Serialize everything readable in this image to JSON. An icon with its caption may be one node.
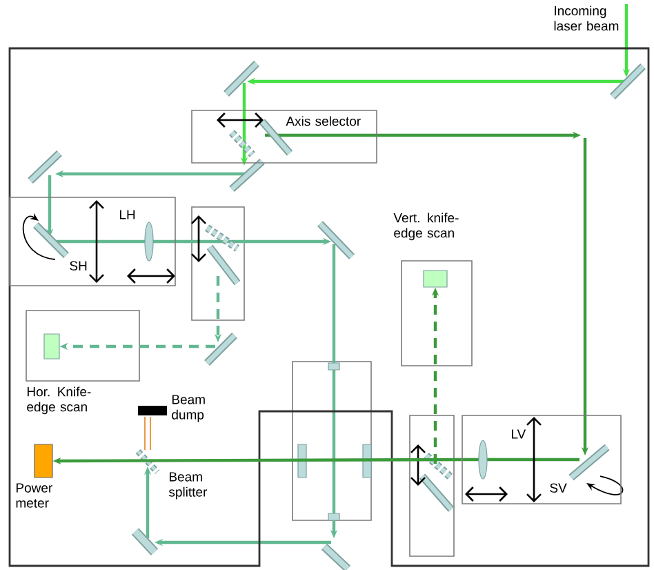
{
  "diagram": {
    "nodes": [
      {
        "text": [
          "Axis selector"
        ]
      },
      {
        "text": [
          "LH",
          "SH"
        ]
      },
      {
        "text": [
          "Hor. Knife-edge scan"
        ]
      },
      {
        "text": [
          "Vert. knife-edge scan"
        ]
      },
      {
        "text": [
          "LV",
          "SV"
        ]
      },
      {
        "text": [
          "Power meter"
        ]
      },
      {
        "text": [],
        "shape": "box",
        "in": 3
      },
      {
        "text": [],
        "shape": "box",
        "in": 2
      }
    ],
    "edges": [
      {
        "from": 4,
        "to": 5,
        "arrow": "to",
        "color": "#3c9a3c"
      },
      {
        "from": null,
        "to": 6,
        "arrow": "to",
        "style": "dashed",
        "color": "#3c9a3c"
      },
      {
        "from": null,
        "to": 7,
        "arrow": "to",
        "style": "dashed"
      }
    ],
    "labels": [
      "Incoming laser beam",
      "Beam dump",
      "Beam splitter"
    ]
  }
}
